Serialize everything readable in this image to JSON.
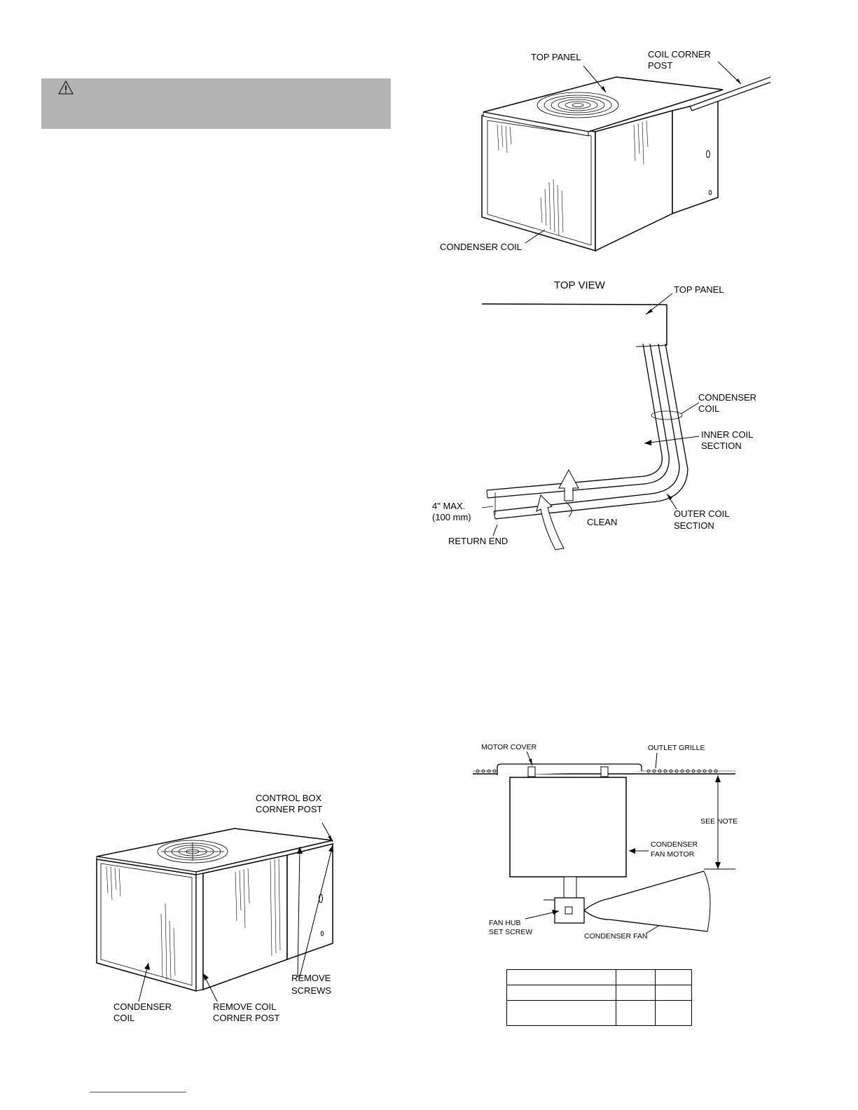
{
  "figure1": {
    "top_panel": "TOP PANEL",
    "coil_corner_post_1": "COIL CORNER",
    "coil_corner_post_2": "POST",
    "condenser_coil": "CONDENSER COIL"
  },
  "figure2": {
    "top_view": "TOP VIEW",
    "top_panel": "TOP PANEL",
    "condenser_coil_1": "CONDENSER",
    "condenser_coil_2": "COIL",
    "inner_coil_1": "INNER COIL",
    "inner_coil_2": "SECTION",
    "max_1": "4\" MAX.",
    "max_2": "(100 mm)",
    "clean": "CLEAN",
    "outer_coil_1": "OUTER COIL",
    "outer_coil_2": "SECTION",
    "return_end": "RETURN END"
  },
  "figure3": {
    "control_box_1": "CONTROL BOX",
    "control_box_2": "CORNER POST",
    "remove_screws_1": "REMOVE",
    "remove_screws_2": "SCREWS",
    "condenser_coil_1": "CONDENSER",
    "condenser_coil_2": "COIL",
    "remove_post_1": "REMOVE COIL",
    "remove_post_2": "CORNER POST"
  },
  "figure4": {
    "motor_cover": "MOTOR COVER",
    "outlet_grille": "OUTLET GRILLE",
    "see_note": "SEE NOTE",
    "fan_motor_1": "CONDENSER",
    "fan_motor_2": "FAN MOTOR",
    "fan_hub_1": "FAN HUB",
    "fan_hub_2": "SET SCREW",
    "condenser_fan": "CONDENSER FAN"
  }
}
